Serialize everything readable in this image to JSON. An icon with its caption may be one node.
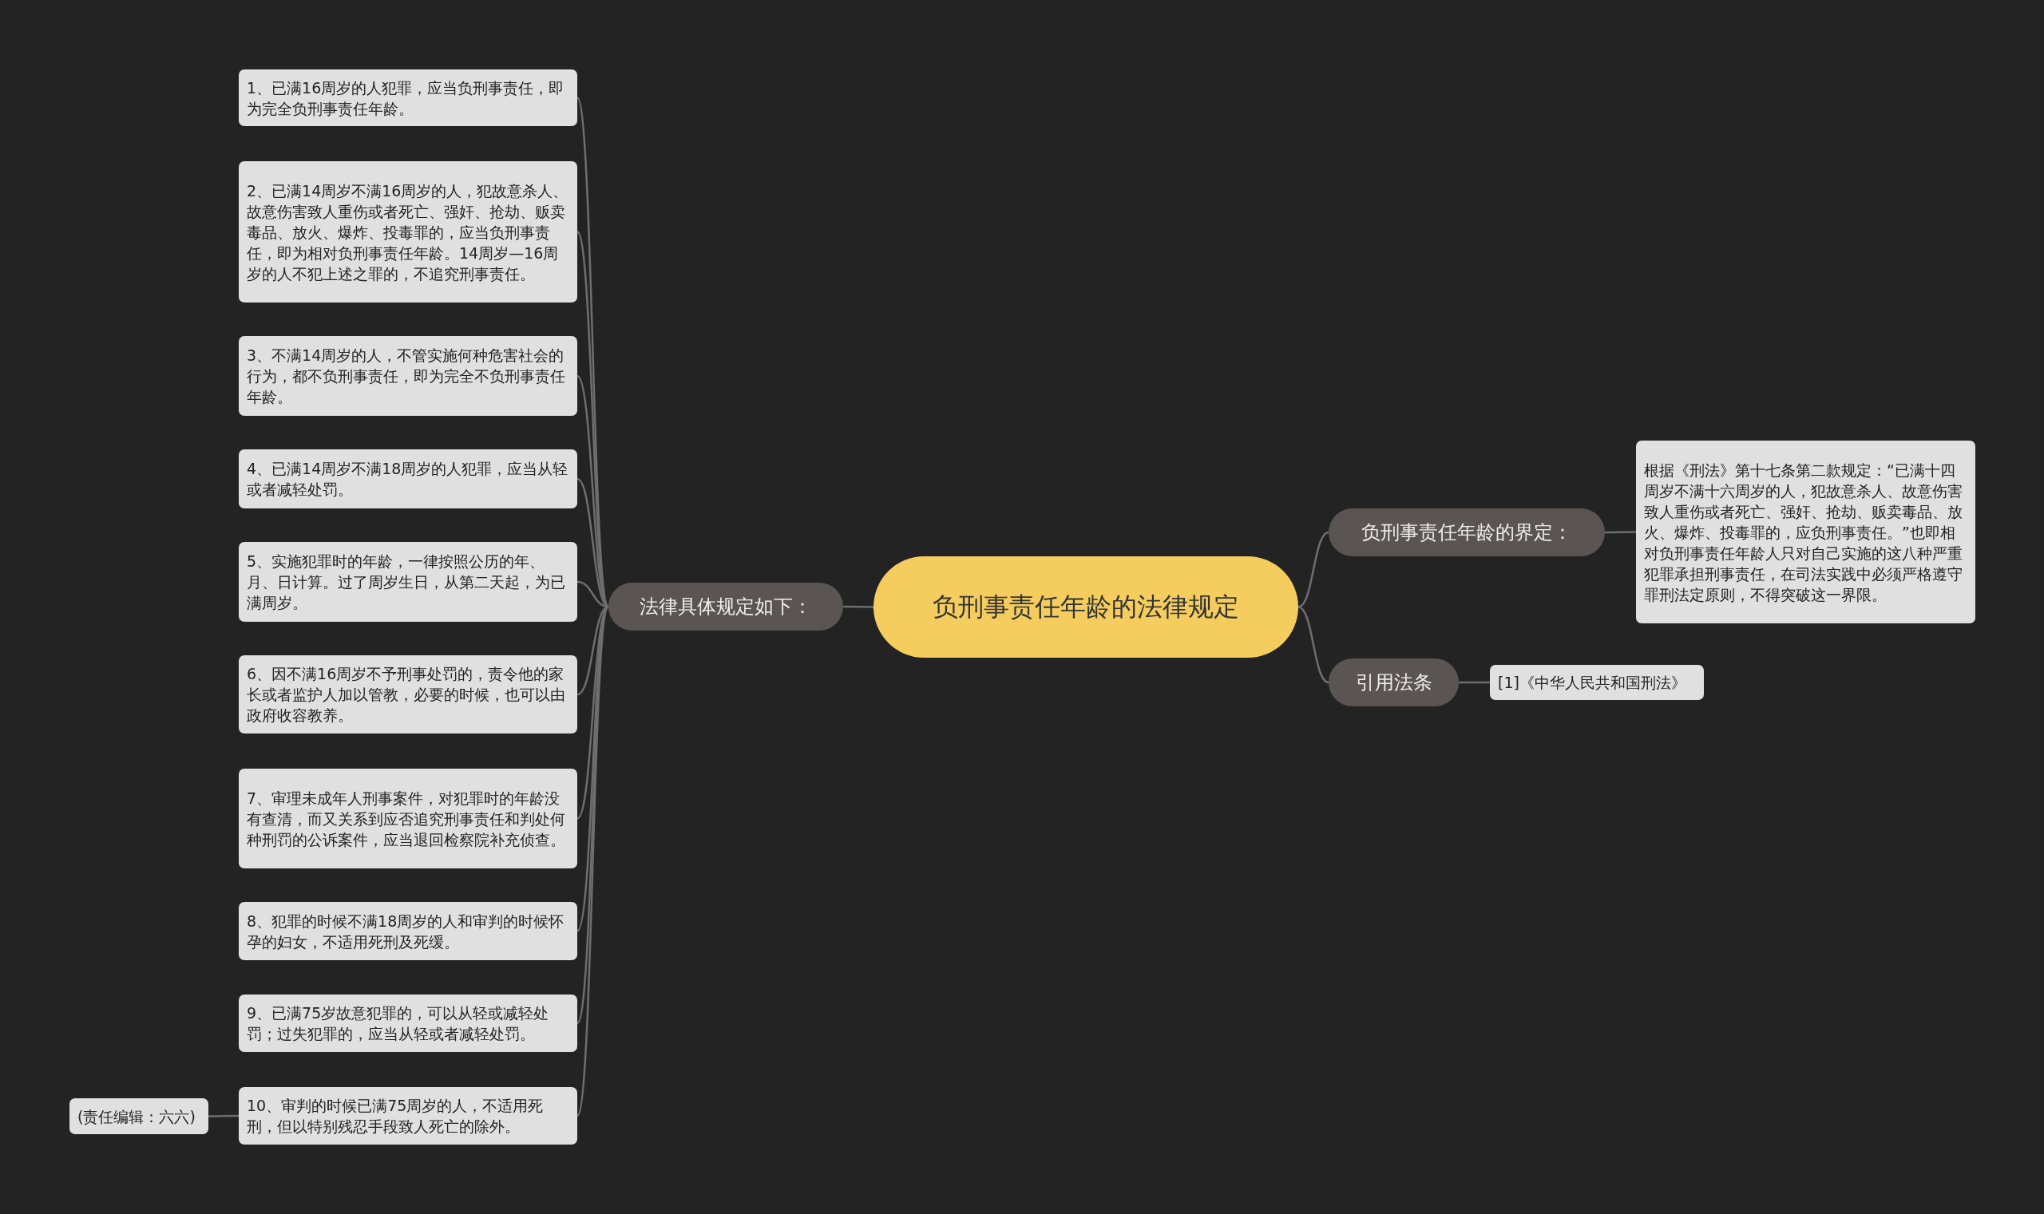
{
  "diagram": {
    "nodes": [
      {
        "text": [
          "负刑事责任年龄的法律规定"
        ]
      },
      {
        "text": [
          "法律具体规定如下："
        ]
      },
      {
        "text": [
          "1、已满16周岁的人犯罪，应当负刑事责任，即为完全负刑事责任年龄。"
        ]
      },
      {
        "text": [
          "2、已满14周岁不满16周岁的人，犯故意杀人、故意伤害致人重伤或者死亡、强奸、抢劫、贩卖毒品、放火、爆炸、投毒罪的，应当负刑事责任，即为相对负刑事责任年龄。14周岁—16周岁的人不犯上述之罪的，不追究刑事责任。"
        ]
      },
      {
        "text": [
          "3、不满14周岁的人，不管实施何种危害社会的行为，都不负刑事责任，即为完全不负刑事责任年龄。"
        ]
      },
      {
        "text": [
          "4、已满14周岁不满18周岁的人犯罪，应当从轻或者减轻处罚。"
        ]
      },
      {
        "text": [
          "5、实施犯罪时的年龄，一律按照公历的年、月、日计算。过了周岁生日，从第二天起，为已满周岁。"
        ]
      },
      {
        "text": [
          "6、因不满16周岁不予刑事处罚的，责令他的家长或者监护人加以管教，必要的时候，也可以由政府收容教养。"
        ]
      },
      {
        "text": [
          "7、审理未成年人刑事案件，对犯罪时的年龄没有查清，而又关系到应否追究刑事责任和判处何种刑罚的公诉案件，应当退回检察院补充侦查。"
        ]
      },
      {
        "text": [
          "8、犯罪的时候不满18周岁的人和审判的时候怀孕的妇女，不适用死刑及死缓。"
        ]
      },
      {
        "text": [
          "9、已满75岁故意犯罪的，可以从轻或减轻处罚；过失犯罪的，应当从轻或者减轻处罚。"
        ]
      },
      {
        "text": [
          "10、审判的时候已满75周岁的人，不适用死刑，但以特别残忍手段致人死亡的除外。"
        ]
      },
      {
        "text": [
          "(责任编辑：六六)"
        ]
      },
      {
        "text": [
          "负刑事责任年龄的界定："
        ]
      },
      {
        "text": [
          "根据《刑法》第十七条第二款规定：“已满十四周岁不满十六周岁的人，犯故意杀人、故意伤害致人重伤或者死亡、强奸、抢劫、贩卖毒品、放火、爆炸、投毒罪的，应负刑事责任。”也即相对负刑事责任年龄人只对自己实施的这八种严重犯罪承担刑事责任，在司法实践中必须严格遵守罪刑法定原则，不得突破这一界限。"
        ]
      },
      {
        "text": [
          "引用法条"
        ]
      },
      {
        "text": [
          "[1]《中华人民共和国刑法》"
        ]
      }
    ],
    "edges": [
      {
        "from": 0,
        "to": 1,
        "arrow": "none"
      },
      {
        "from": 1,
        "to": 2,
        "arrow": "none"
      },
      {
        "from": 1,
        "to": 3,
        "arrow": "none"
      },
      {
        "from": 1,
        "to": 4,
        "arrow": "none"
      },
      {
        "from": 1,
        "to": 5,
        "arrow": "none"
      },
      {
        "from": 1,
        "to": 6,
        "arrow": "none"
      },
      {
        "from": 1,
        "to": 7,
        "arrow": "none"
      },
      {
        "from": 1,
        "to": 8,
        "arrow": "none"
      },
      {
        "from": 1,
        "to": 9,
        "arrow": "none"
      },
      {
        "from": 1,
        "to": 10,
        "arrow": "none"
      },
      {
        "from": 1,
        "to": 11,
        "arrow": "none"
      },
      {
        "from": 11,
        "to": 12,
        "arrow": "none"
      },
      {
        "from": 0,
        "to": 13,
        "arrow": "none"
      },
      {
        "from": 13,
        "to": 14,
        "arrow": "none"
      },
      {
        "from": 0,
        "to": 15,
        "arrow": "none"
      },
      {
        "from": 15,
        "to": 16,
        "arrow": "none"
      }
    ]
  }
}
